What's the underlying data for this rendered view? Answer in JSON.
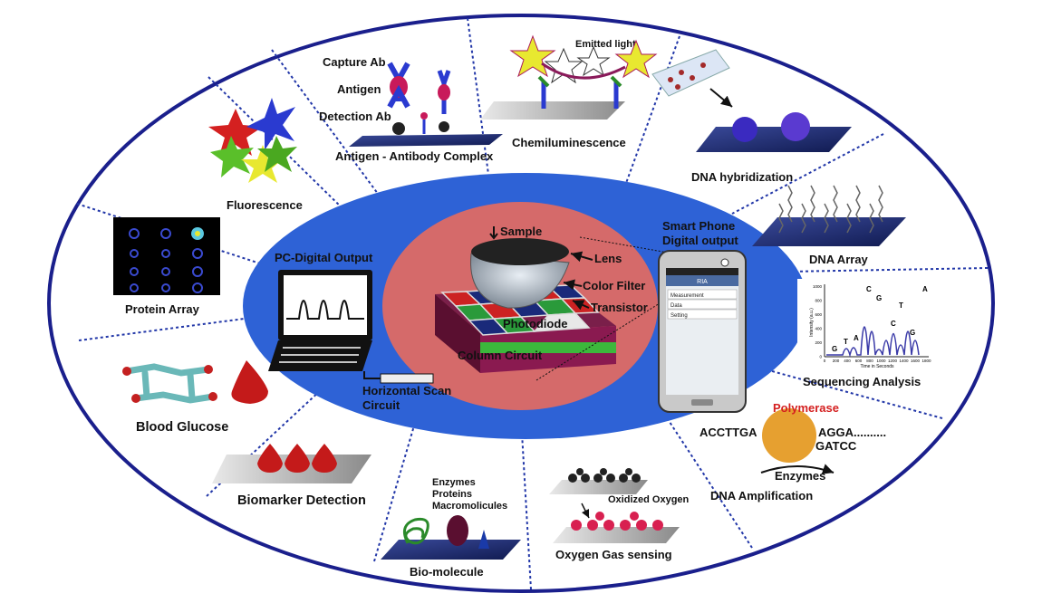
{
  "colors": {
    "outer_ring": "#1a1f8c",
    "blue_oval": "#2e62d6",
    "red_oval": "#d56a6a",
    "divider": "#2237a8",
    "text": "#111111",
    "polymerase": "#d42020",
    "enzyme_ball": "#e6a030"
  },
  "center": {
    "pc_label": "PC-Digital Output",
    "scan_label_1": "Horizontal Scan",
    "scan_label_2": "Circuit",
    "sample": "Sample",
    "lens": "Lens",
    "color_filter": "Color Filter",
    "transistor": "Transistor",
    "photodiode": "Photodiode",
    "column_circuit": "Column Circuit",
    "phone_label_1": "Smart Phone",
    "phone_label_2": "Digital output",
    "phone_app_title": "RIA",
    "phone_menu": [
      "Measurement",
      "Data",
      "Setting"
    ]
  },
  "segments": {
    "fluorescence": "Fluorescence",
    "capture_ab": "Capture Ab",
    "antigen": "Antigen",
    "detection_ab": "Detection Ab",
    "complex": "Antigen - Antibody Complex",
    "emitted_light": "Emitted light",
    "chemiluminescence": "Chemiluminescence",
    "dna_hybridization": "DNA hybridization",
    "dna_array": "DNA Array",
    "protein_array": "Protein Array",
    "sequencing": "Sequencing Analysis",
    "blood_glucose": "Blood Glucose",
    "biomarker": "Biomarker Detection",
    "enzymes_list": [
      "Enzymes",
      "Proteins",
      "Macromolicules"
    ],
    "bio_molecule": "Bio-molecule",
    "oxidized": "Oxidized Oxygen",
    "oxygen_sensing": "Oxygen Gas sensing",
    "polymerase": "Polymerase",
    "seq_left": "ACCTTGA",
    "seq_right": "AGGA..........",
    "seq_bottom": "GATCC",
    "enzymes": "Enzymes",
    "dna_amplification": "DNA Amplification"
  },
  "chromatogram": {
    "peak_labels": [
      "G",
      "T",
      "A",
      "C",
      "G",
      "C",
      "T",
      "G",
      "A"
    ],
    "y_ticks": [
      "1000",
      "800",
      "600",
      "400",
      "200",
      "0"
    ],
    "x_ticks": [
      "0",
      "200",
      "400",
      "600",
      "800",
      "1000",
      "1200",
      "1400",
      "1600",
      "1800"
    ],
    "x_axis": "Time in Seconds",
    "y_axis": "Intensity (a.u.)"
  }
}
